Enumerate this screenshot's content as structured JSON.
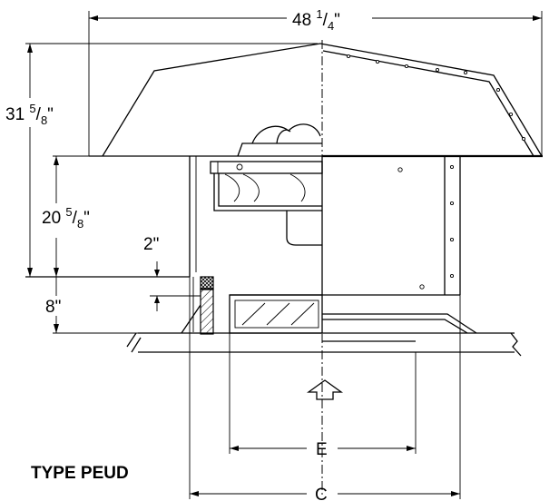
{
  "diagram": {
    "title": "TYPE PEUD",
    "dimensions": {
      "overall_width": {
        "whole": "48",
        "num": "1",
        "den": "4",
        "mark": "\""
      },
      "overall_height": {
        "whole": "31",
        "num": "5",
        "den": "8",
        "mark": "\""
      },
      "base_height": {
        "whole": "20",
        "num": "5",
        "den": "8",
        "mark": "\""
      },
      "gap_2": "2\"",
      "curb_8": "8\"",
      "label_e": "E",
      "label_c": "C"
    }
  }
}
